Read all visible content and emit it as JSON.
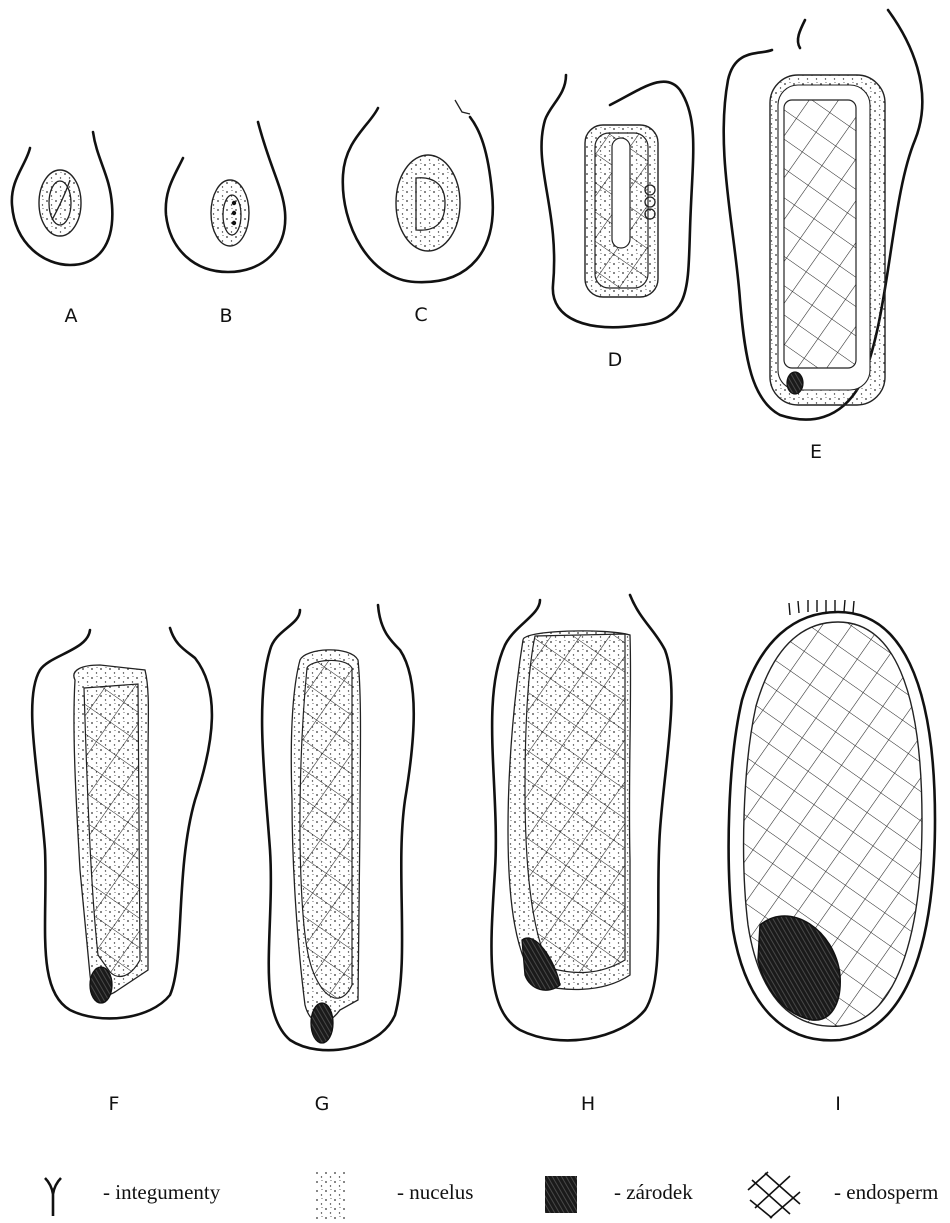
{
  "stages": [
    {
      "id": "A",
      "label": "A"
    },
    {
      "id": "B",
      "label": "B"
    },
    {
      "id": "C",
      "label": "C"
    },
    {
      "id": "D",
      "label": "D"
    },
    {
      "id": "E",
      "label": "E"
    },
    {
      "id": "F",
      "label": "F"
    },
    {
      "id": "G",
      "label": "G"
    },
    {
      "id": "H",
      "label": "H"
    },
    {
      "id": "I",
      "label": "I"
    }
  ],
  "legend": [
    {
      "id": "integumenty",
      "symbol": "integument-icon",
      "text": "- integumenty"
    },
    {
      "id": "nucelus",
      "symbol": "nucellus-stipple-icon",
      "text": "- nucelus"
    },
    {
      "id": "zarodek",
      "symbol": "embryo-dark-icon",
      "text": "- zárodek"
    },
    {
      "id": "endosperm",
      "symbol": "endosperm-crosshatch-icon",
      "text": "- endosperm"
    }
  ]
}
